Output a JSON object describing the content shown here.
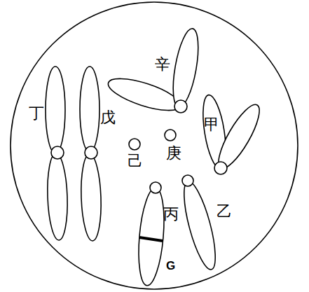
{
  "diagram": {
    "labels": [
      "辛",
      "丁",
      "戊",
      "甲",
      "己",
      "庚",
      "丙",
      "乙",
      "G"
    ]
  }
}
